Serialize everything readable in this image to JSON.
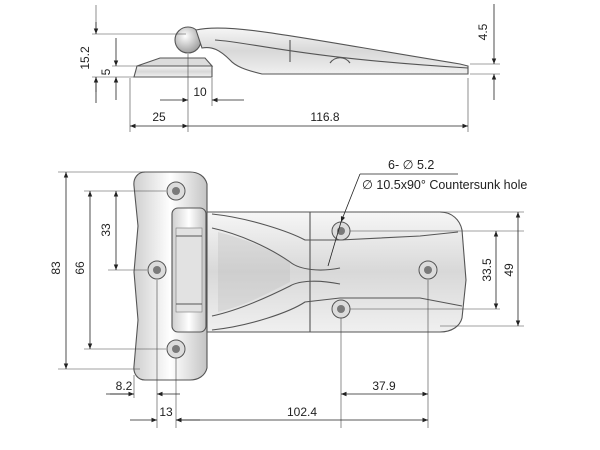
{
  "diagram": {
    "top_view_dims": {
      "height_15_2": "15.2",
      "height_5": "5",
      "height_4_5": "4.5",
      "pin_offset_10": "10",
      "base_25": "25",
      "length_116_8": "116.8"
    },
    "front_view_dims": {
      "height_83": "83",
      "height_66": "66",
      "height_33": "33",
      "height_33_5": "33.5",
      "height_49": "49",
      "width_8_2": "8.2",
      "width_13": "13",
      "width_102_4": "102.4",
      "width_37_9": "37.9"
    },
    "hole_note": {
      "count_diameter": "6- ∅ 5.2",
      "countersink": "∅ 10.5x90° Countersunk hole"
    }
  }
}
